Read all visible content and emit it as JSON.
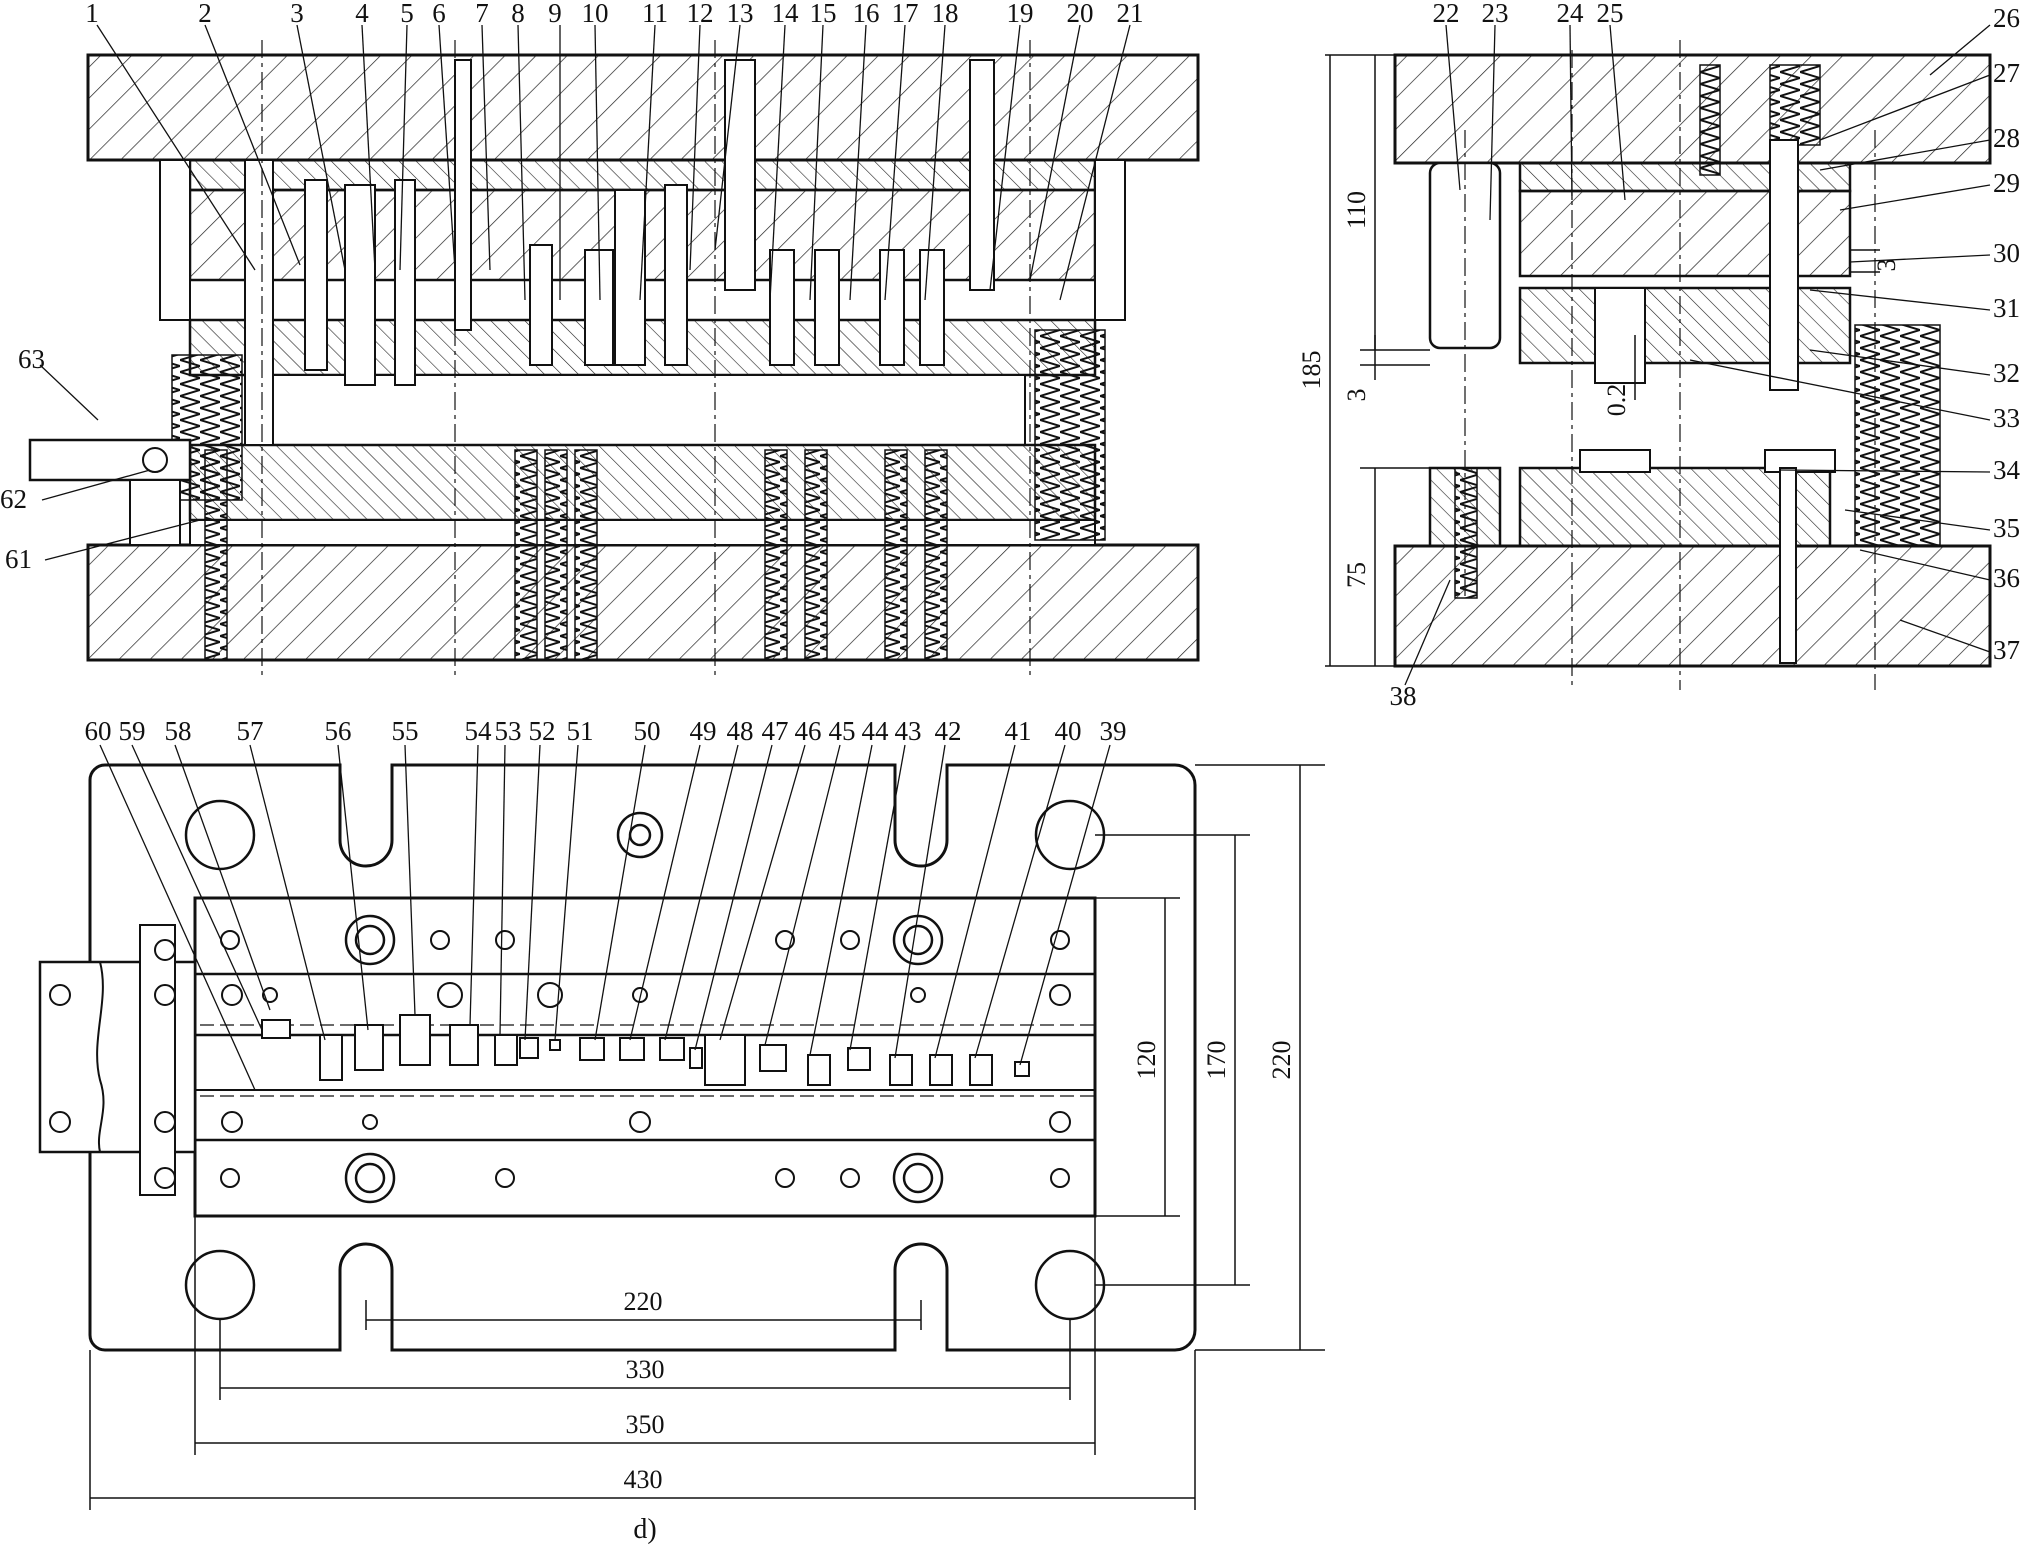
{
  "callouts": {
    "front_top": [
      "1",
      "2",
      "3",
      "4",
      "5",
      "6",
      "7",
      "8",
      "9",
      "10",
      "11",
      "12",
      "13",
      "14",
      "15",
      "16",
      "17",
      "18",
      "19",
      "20",
      "21"
    ],
    "side_top": [
      "22",
      "23",
      "24",
      "25"
    ],
    "side_right": [
      "26",
      "27",
      "28",
      "29",
      "30",
      "31",
      "32",
      "33",
      "34",
      "35",
      "36",
      "37"
    ],
    "side_bottom": [
      "38"
    ],
    "plan_top": [
      "60",
      "59",
      "58",
      "57",
      "56",
      "55",
      "54",
      "53",
      "52",
      "51",
      "50",
      "49",
      "48",
      "47",
      "46",
      "45",
      "44",
      "43",
      "42",
      "41",
      "40",
      "39"
    ],
    "front_left": [
      "63",
      "62",
      "61"
    ]
  },
  "dimensions": {
    "side_height_total": "185",
    "side_upper": "110",
    "side_lower": "75",
    "side_gap": "3",
    "side_gap_upper": "3",
    "side_clearance": "0.2",
    "plan_inner_height": "120",
    "plan_slot_span": "170",
    "plan_total_height": "220",
    "plan_slot_pitch": "220",
    "plan_guide_pitch": "330",
    "plan_strip_width": "350",
    "plan_total_width": "430"
  },
  "caption": "d)"
}
